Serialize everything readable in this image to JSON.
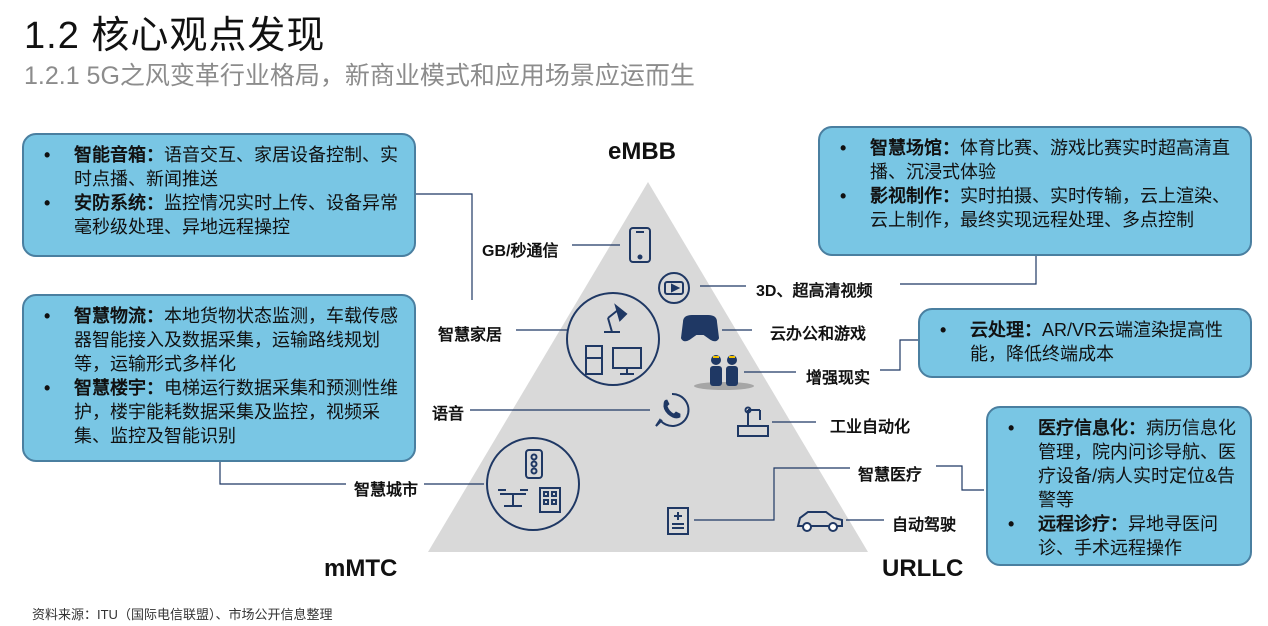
{
  "title": "1.2 核心观点发现",
  "subtitle": "1.2.1 5G之风变革行业格局，新商业模式和应用场景应运而生",
  "source": "资料来源：ITU（国际电信联盟）、市场公开信息整理",
  "vertices": {
    "top": "eMBB",
    "left": "mMTC",
    "right": "URLLC"
  },
  "boxes": {
    "home": [
      {
        "term": "智能音箱：",
        "desc": "语音交互、家居设备控制、实时点播、新闻推送"
      },
      {
        "term": "安防系统：",
        "desc": "监控情况实时上传、设备异常毫秒级处理、异地远程操控"
      }
    ],
    "logistics": [
      {
        "term": "智慧物流：",
        "desc": "本地货物状态监测，车载传感器智能接入及数据采集，运输路线规划等，运输形式多样化"
      },
      {
        "term": "智慧楼宇：",
        "desc": "电梯运行数据采集和预测性维护，楼宇能耗数据采集及监控，视频采集、监控及智能识别"
      }
    ],
    "venue": [
      {
        "term": "智慧场馆：",
        "desc": "体育比赛、游戏比赛实时超高清直播、沉浸式体验"
      },
      {
        "term": "影视制作：",
        "desc": "实时拍摄、实时传输，云上渲染、云上制作，最终实现远程处理、多点控制"
      }
    ],
    "cloud": [
      {
        "term": "云处理：",
        "desc": "AR/VR云端渲染提高性能，降低终端成本"
      }
    ],
    "medical": [
      {
        "term": "医疗信息化：",
        "desc": "病历信息化管理，院内问诊导航、医疗设备/病人实时定位&告警等"
      },
      {
        "term": "远程诊疗：",
        "desc": "异地寻医问诊、手术远程操作"
      }
    ]
  },
  "labels": {
    "gbps": "GB/秒通信",
    "video3d": "3D、超高清视频",
    "smart_home": "智慧家居",
    "cloud_office": "云办公和游戏",
    "ar": "增强现实",
    "voice": "语音",
    "industrial": "工业自动化",
    "smart_medical": "智慧医疗",
    "smart_city": "智慧城市",
    "auto_drive": "自动驾驶"
  },
  "colors": {
    "box_fill": "#79c6e4",
    "box_border": "#4a7fa0",
    "triangle": "#d9d9d9",
    "icon": "#1f3864",
    "subtitle": "#8c8c8c"
  }
}
